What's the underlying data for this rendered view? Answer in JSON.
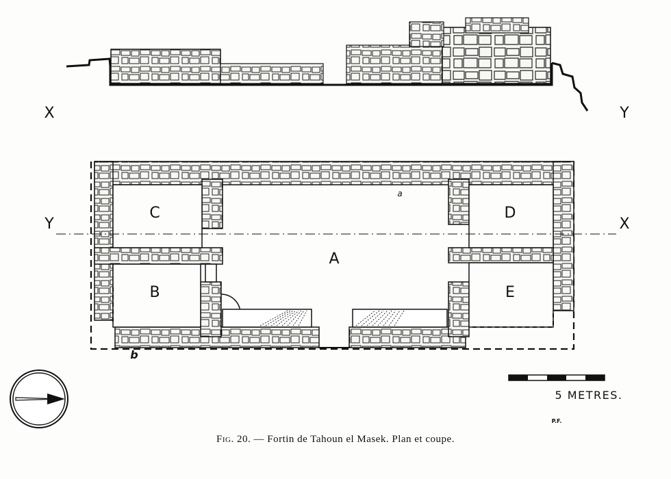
{
  "section": {
    "left_marker": "X",
    "right_marker": "Y"
  },
  "plan": {
    "section_line_left": "Y",
    "section_line_right": "X",
    "rooms": {
      "a": "A",
      "b": "B",
      "c": "C",
      "d": "D",
      "e": "E"
    },
    "point_labels": {
      "a": "a",
      "b": "b"
    }
  },
  "scale": {
    "label": "5 METRES.",
    "segments": 5
  },
  "initials": "P.F.",
  "compass": {
    "icon": "compass-rose-icon"
  },
  "caption": {
    "figure": "Fig. 20.",
    "dash": "—",
    "text": "Fortin de Tahoun el Masek. Plan et coupe."
  }
}
